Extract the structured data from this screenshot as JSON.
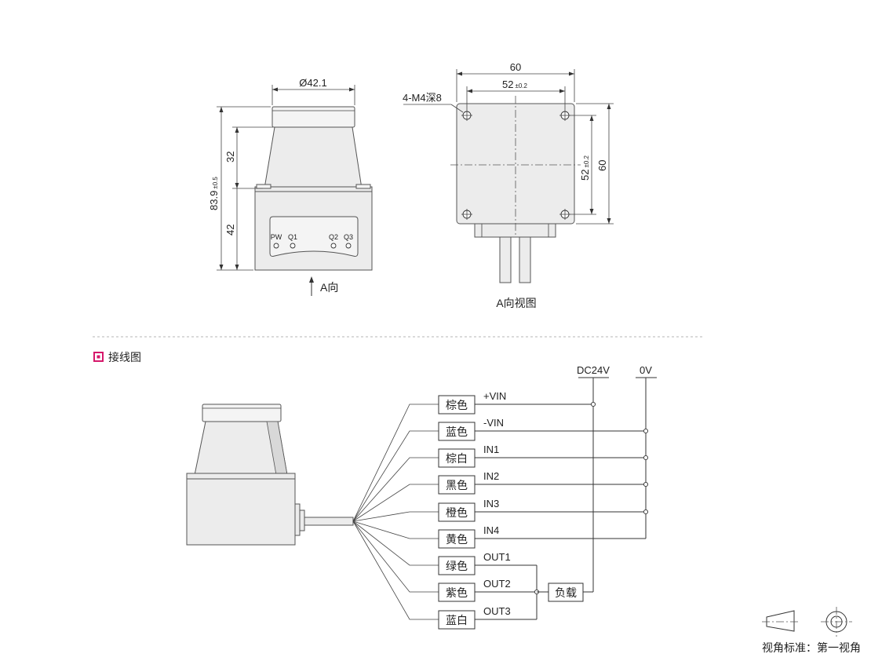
{
  "dimensions": {
    "diameter": "Ø42.1",
    "total_height": "83.9",
    "total_height_tol": "±0.5",
    "upper_height": "32",
    "lower_height": "42",
    "width_outer": "60",
    "width_inner": "52",
    "width_inner_tol": "±0.2",
    "height_inner": "52",
    "height_inner_tol": "±0.2",
    "height_outer": "60",
    "thread_callout": "4-M4深8"
  },
  "front_view": {
    "leds": [
      "PW",
      "Q1",
      "Q2",
      "Q3"
    ],
    "arrow_label": "A向"
  },
  "back_view": {
    "caption": "A向视图"
  },
  "wiring": {
    "title": "接线图",
    "power": {
      "positive": "DC24V",
      "negative": "0V"
    },
    "wires": [
      {
        "color": "棕色",
        "signal": "+VIN"
      },
      {
        "color": "蓝色",
        "signal": "-VIN"
      },
      {
        "color": "棕白",
        "signal": "IN1"
      },
      {
        "color": "黑色",
        "signal": "IN2"
      },
      {
        "color": "橙色",
        "signal": "IN3"
      },
      {
        "color": "黄色",
        "signal": "IN4"
      },
      {
        "color": "绿色",
        "signal": "OUT1"
      },
      {
        "color": "紫色",
        "signal": "OUT2"
      },
      {
        "color": "蓝白",
        "signal": "OUT3"
      }
    ],
    "load": "负载"
  },
  "projection": {
    "label": "视角标准：第一视角"
  },
  "colors": {
    "accent": "#d6186b",
    "line": "#333333",
    "body_fill": "#ececec"
  }
}
